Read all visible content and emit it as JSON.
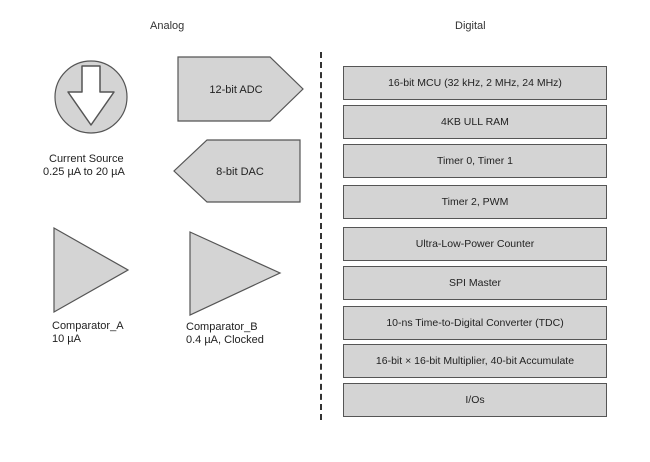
{
  "headers": {
    "analog": "Analog",
    "digital": "Digital"
  },
  "analog": {
    "adc_label": "12-bit ADC",
    "dac_label": "8-bit DAC",
    "current_source": {
      "line1": "Current Source",
      "line2": "0.25 µA to 20 µA"
    },
    "comparator_a": {
      "line1": "Comparator_A",
      "line2": "10 µA"
    },
    "comparator_b": {
      "line1": "Comparator_B",
      "line2": "0.4 µA, Clocked"
    }
  },
  "digital": {
    "blocks": [
      "16-bit MCU (32 kHz, 2 MHz, 24 MHz)",
      "4KB ULL RAM",
      "Timer 0, Timer 1",
      "Timer 2, PWM",
      "Ultra-Low-Power Counter",
      "SPI Master",
      "10-ns Time-to-Digital Converter (TDC)",
      "16-bit × 16-bit Multiplier, 40-bit Accumulate",
      "I/Os"
    ]
  },
  "colors": {
    "block_fill": "#d4d4d4",
    "stroke": "#555555"
  },
  "icons": {
    "current_source": "down-arrow-circle-icon",
    "comparator": "triangle-amplifier-icon"
  }
}
